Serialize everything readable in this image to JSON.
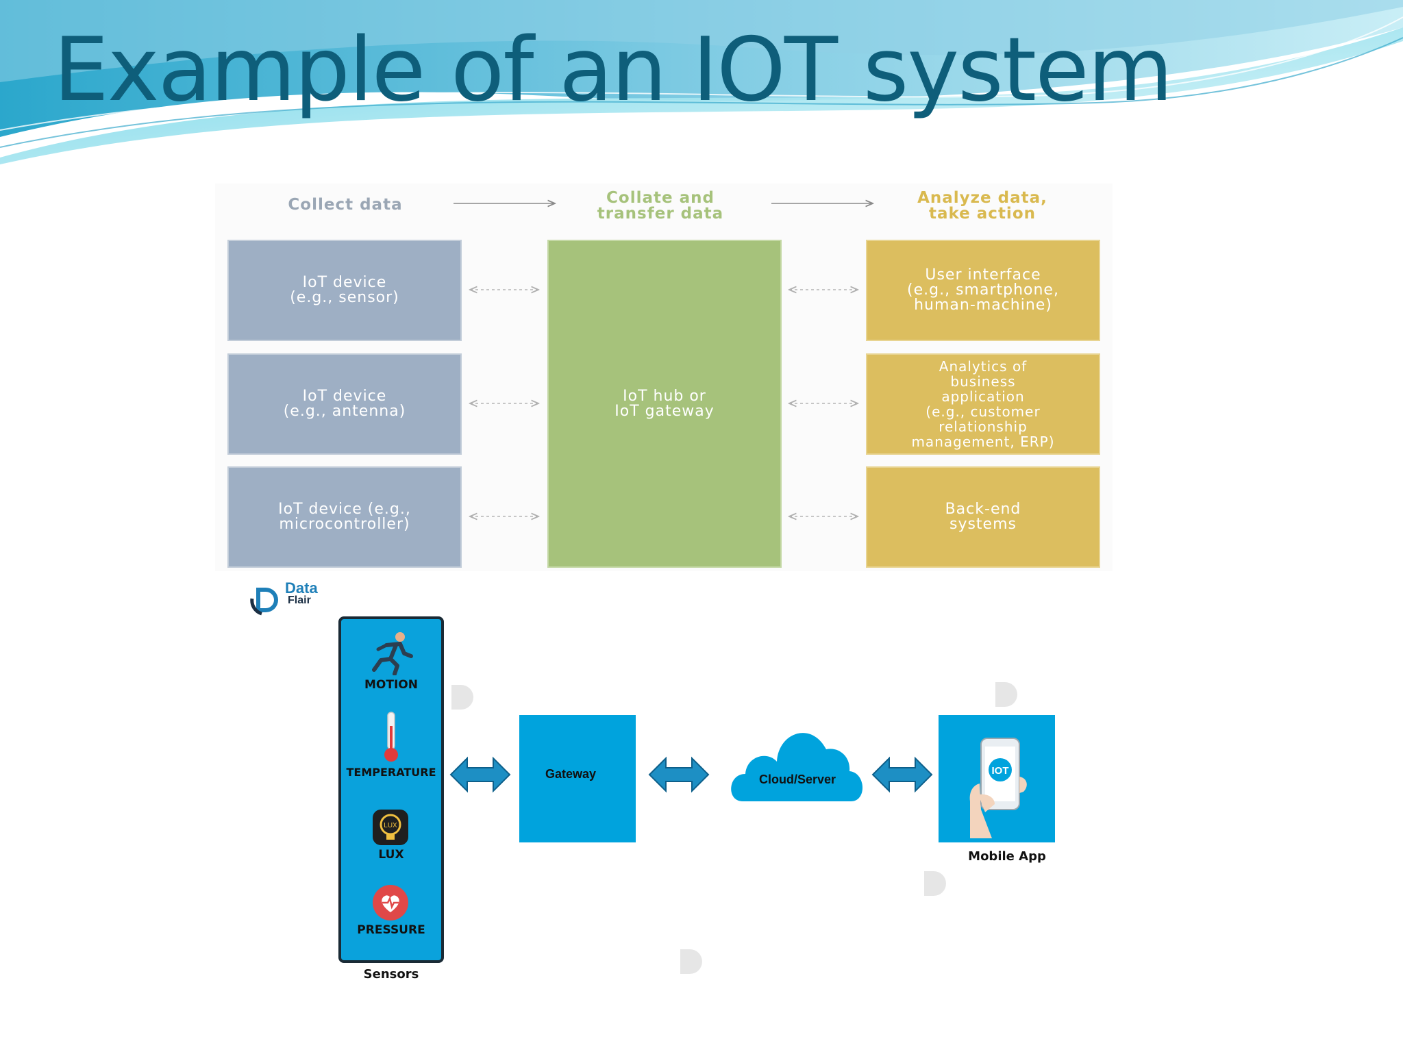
{
  "slide": {
    "title": "Example of an IOT system",
    "colors": {
      "title": "#0e5e7a",
      "wave_light": "#8fd8ea",
      "wave_dark": "#2b9ec4"
    }
  },
  "flow_diagram": {
    "columns": [
      {
        "heading": "Collect data",
        "color": "#9aa6b4"
      },
      {
        "heading": "Collate and\ntransfer data",
        "color": "#a6c27b"
      },
      {
        "heading": "Analyze data,\ntake action",
        "color": "#d9b94f"
      }
    ],
    "devices": [
      "IoT device\n(e.g., sensor)",
      "IoT device\n(e.g., antenna)",
      "IoT device (e.g.,\nmicrocontroller)"
    ],
    "hub": "IoT hub or\nIoT gateway",
    "outputs": [
      "User interface\n(e.g., smartphone,\nhuman-machine)",
      "Analytics of\nbusiness\napplication\n(e.g., customer\nrelationship\nmanagement, ERP)",
      "Back-end\nsystems"
    ],
    "colors": {
      "device": "#9eafc4",
      "hub": "#a6c27b",
      "output": "#dcbe5f"
    }
  },
  "architecture": {
    "logo": {
      "line1": "Data",
      "line2": "Flair"
    },
    "sensors": {
      "items": [
        {
          "label": "MOTION",
          "icon": "runner-icon"
        },
        {
          "label": "TEMPERATURE",
          "icon": "thermometer-icon"
        },
        {
          "label": "LUX",
          "icon": "lightbulb-icon",
          "badge": "LUX"
        },
        {
          "label": "PRESSURE",
          "icon": "heart-pressure-icon"
        }
      ],
      "caption": "Sensors"
    },
    "gateway": "Gateway",
    "cloud": "Cloud/Server",
    "mobile": {
      "caption": "Mobile App",
      "badge": "IOT",
      "icon": "phone-in-hand-icon"
    },
    "colors": {
      "primary": "#00a3dd",
      "arrow": "#1d8fc4"
    }
  }
}
